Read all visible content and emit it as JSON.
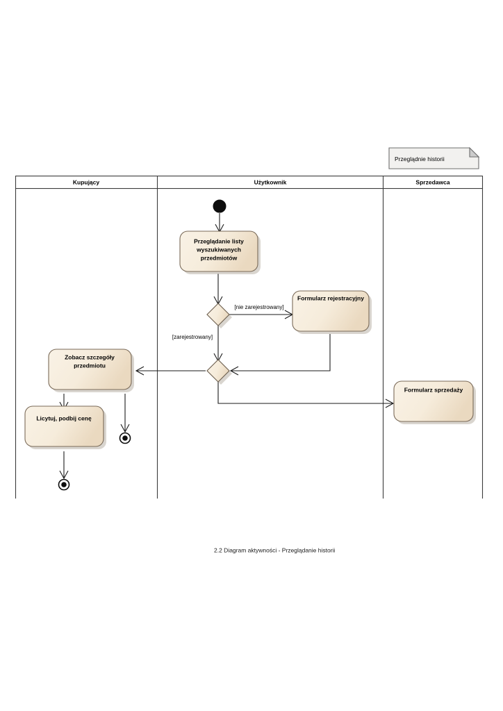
{
  "document": {
    "caption": "2.2   Diagram aktywności - Przeglądanie historii"
  },
  "note": {
    "text": "Przeglądnie historii"
  },
  "swimlanes": [
    {
      "title": "Kupujący"
    },
    {
      "title": "Użytkownik"
    },
    {
      "title": "Sprzedawca"
    }
  ],
  "nodes": {
    "browse_list": {
      "line1": "Przeglądanie listy",
      "line2": "wyszukiwanych",
      "line3": "przedmiotów"
    },
    "registration_form": {
      "line1": "Formularz rejestracyjny"
    },
    "item_details": {
      "line1": "Zobacz szczegóły",
      "line2": "przedmiotu"
    },
    "bid": {
      "line1": "Licytuj, podbij cenę"
    },
    "sale_form": {
      "line1": "Formularz sprzedaży"
    }
  },
  "guards": {
    "not_registered": "[nie zarejestrowany]",
    "registered": "[zarejestrowany]"
  },
  "colors": {
    "activity_fill": "#f6ecdb",
    "activity_border": "#7a6a58",
    "lane_border": "#3b3b3b",
    "flow": "#1a1a1a",
    "note_fill": "#f2f1ef",
    "page_background": "#ffffff"
  }
}
